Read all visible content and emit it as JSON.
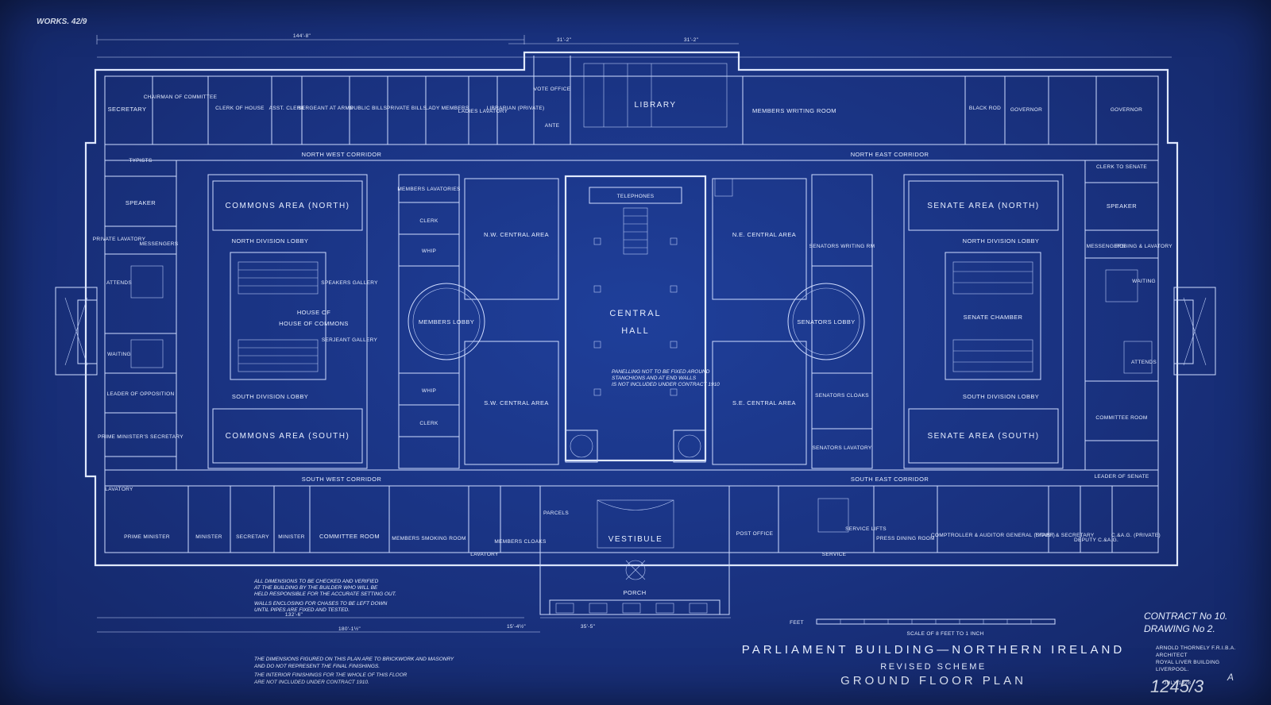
{
  "sheet": {
    "corner_ref": "WORKS. 42/9",
    "sheet_number": "1245/3",
    "sheet_suffix": "A",
    "title": "PARLIAMENT BUILDING—NORTHERN IRELAND",
    "subtitle": "REVISED SCHEME",
    "plan_name": "GROUND FLOOR PLAN",
    "contract": "CONTRACT No 10.",
    "drawing": "DRAWING No 2.",
    "architect": [
      "ARNOLD THORNELY F.R.I.B.A.",
      "ARCHITECT",
      "ROYAL LIVER BUILDING",
      "LIVERPOOL."
    ],
    "date": "JULY 1928",
    "scale": "SCALE OF 8 FEET TO 1 INCH",
    "scale_feet": "FEET"
  },
  "notes": [
    "ALL DIMENSIONS TO BE CHECKED AND VERIFIED",
    "AT THE BUILDING BY THE BUILDER WHO WILL BE",
    "HELD RESPONSIBLE FOR THE ACCURATE SETTING OUT.",
    "WALLS ENCLOSING FOR CHASES TO BE LEFT DOWN",
    "UNTIL PIPES ARE FIXED AND TESTED."
  ],
  "notes_bottom": [
    "THE DIMENSIONS FIGURED ON THIS PLAN ARE TO BRICKWORK AND MASONRY",
    "AND DO NOT REPRESENT THE FINAL FINISHINGS.",
    "THE INTERIOR FINISHINGS FOR THE WHOLE OF THIS FLOOR",
    "ARE NOT INCLUDED UNDER CONTRACT 1910."
  ],
  "dimensions": {
    "top_left": "144'-8\"",
    "top_mid1": "31'-2\"",
    "top_mid2": "31'-2\"",
    "bottom_a": "132'-6\"",
    "bottom_b": "180'-1½\"",
    "bottom_c": "15'-4½\"",
    "bottom_d": "35'-5\""
  },
  "rooms": {
    "north": [
      "SECRETARY",
      "CHAIRMAN OF COMMITTEE",
      "CLERK OF HOUSE",
      "ASST. CLERK",
      "SERGEANT AT ARMS",
      "PUBLIC BILLS",
      "PRIVATE BILLS",
      "LADY MEMBERS",
      "LADIES LAVATORY",
      "LIBRARIAN (PRIVATE)",
      "VOTE OFFICE",
      "LIBRARY",
      "ANTE",
      "MEMBERS WRITING ROOM",
      "BLACK ROD",
      "GOVERNOR",
      "GOVERNOR"
    ],
    "west": [
      "TYPISTS",
      "SPEAKER",
      "PRIVATE LAVATORY",
      "MESSENGERS",
      "ATTENDS",
      "WAITING",
      "LEADER OF OPPOSITION",
      "PRIME MINISTER'S SECRETARY",
      "LAVATORY"
    ],
    "commons": [
      "COMMONS AREA (NORTH)",
      "NORTH DIVISION LOBBY",
      "HOUSE OF COMMONS",
      "SOUTH DIVISION LOBBY",
      "COMMONS AREA (SOUTH)",
      "SPEAKERS GALLERY",
      "SERJEANT GALLERY"
    ],
    "centre_west": [
      "MEMBERS LAVATORIES",
      "CLERK",
      "WHIP",
      "WHIP",
      "CLERK",
      "N.W. CENTRAL AREA",
      "S.W. CENTRAL AREA",
      "MEMBERS LOBBY"
    ],
    "central": [
      "TELEPHONES",
      "CENTRAL",
      "HALL"
    ],
    "centre_east": [
      "N.E. CENTRAL AREA",
      "S.E. CENTRAL AREA",
      "SENATORS WRITING RM",
      "SENATORS LOBBY",
      "SENATORS CLOAKS",
      "SENATORS LAVATORY"
    ],
    "senate": [
      "SENATE AREA (NORTH)",
      "NORTH DIVISION LOBBY",
      "SENATE CHAMBER",
      "SOUTH DIVISION LOBBY",
      "SENATE AREA (SOUTH)"
    ],
    "east": [
      "CLERK TO SENATE",
      "SPEAKER",
      "MESSENGERS",
      "ROBING & LAVATORY",
      "WAITING",
      "ATTENDS",
      "COMMITTEE ROOM",
      "LEADER OF SENATE"
    ],
    "south": [
      "PRIME MINISTER",
      "MINISTER",
      "SECRETARY",
      "MINISTER",
      "COMMITTEE ROOM",
      "MEMBERS SMOKING ROOM",
      "LAVATORY",
      "MEMBERS CLOAKS",
      "PARCELS",
      "VESTIBULE",
      "POST OFFICE",
      "SERVICE",
      "SERVICE LIFTS",
      "PRESS DINING ROOM",
      "COMPTROLLER & AUDITOR GENERAL (STAFF)",
      "TYPIST & SECRETARY",
      "DEPUTY C.&A.G.",
      "C.&A.G. (PRIVATE)",
      "PORCH"
    ],
    "corridors": [
      "NORTH WEST CORRIDOR",
      "NORTH EAST CORRIDOR",
      "SOUTH WEST CORRIDOR",
      "SOUTH EAST CORRIDOR"
    ],
    "hall_note": [
      "PANELLING NOT TO BE FIXED AROUND",
      "STANCHIONS AND AT END WALLS",
      "IS NOT INCLUDED UNDER CONTRACT 1910"
    ]
  }
}
